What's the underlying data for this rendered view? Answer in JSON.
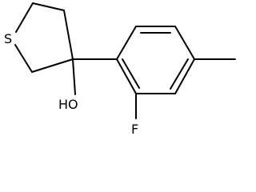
{
  "labels": {
    "sulfur": "S",
    "hydroxyl": "HO",
    "fluorine": "F"
  }
}
